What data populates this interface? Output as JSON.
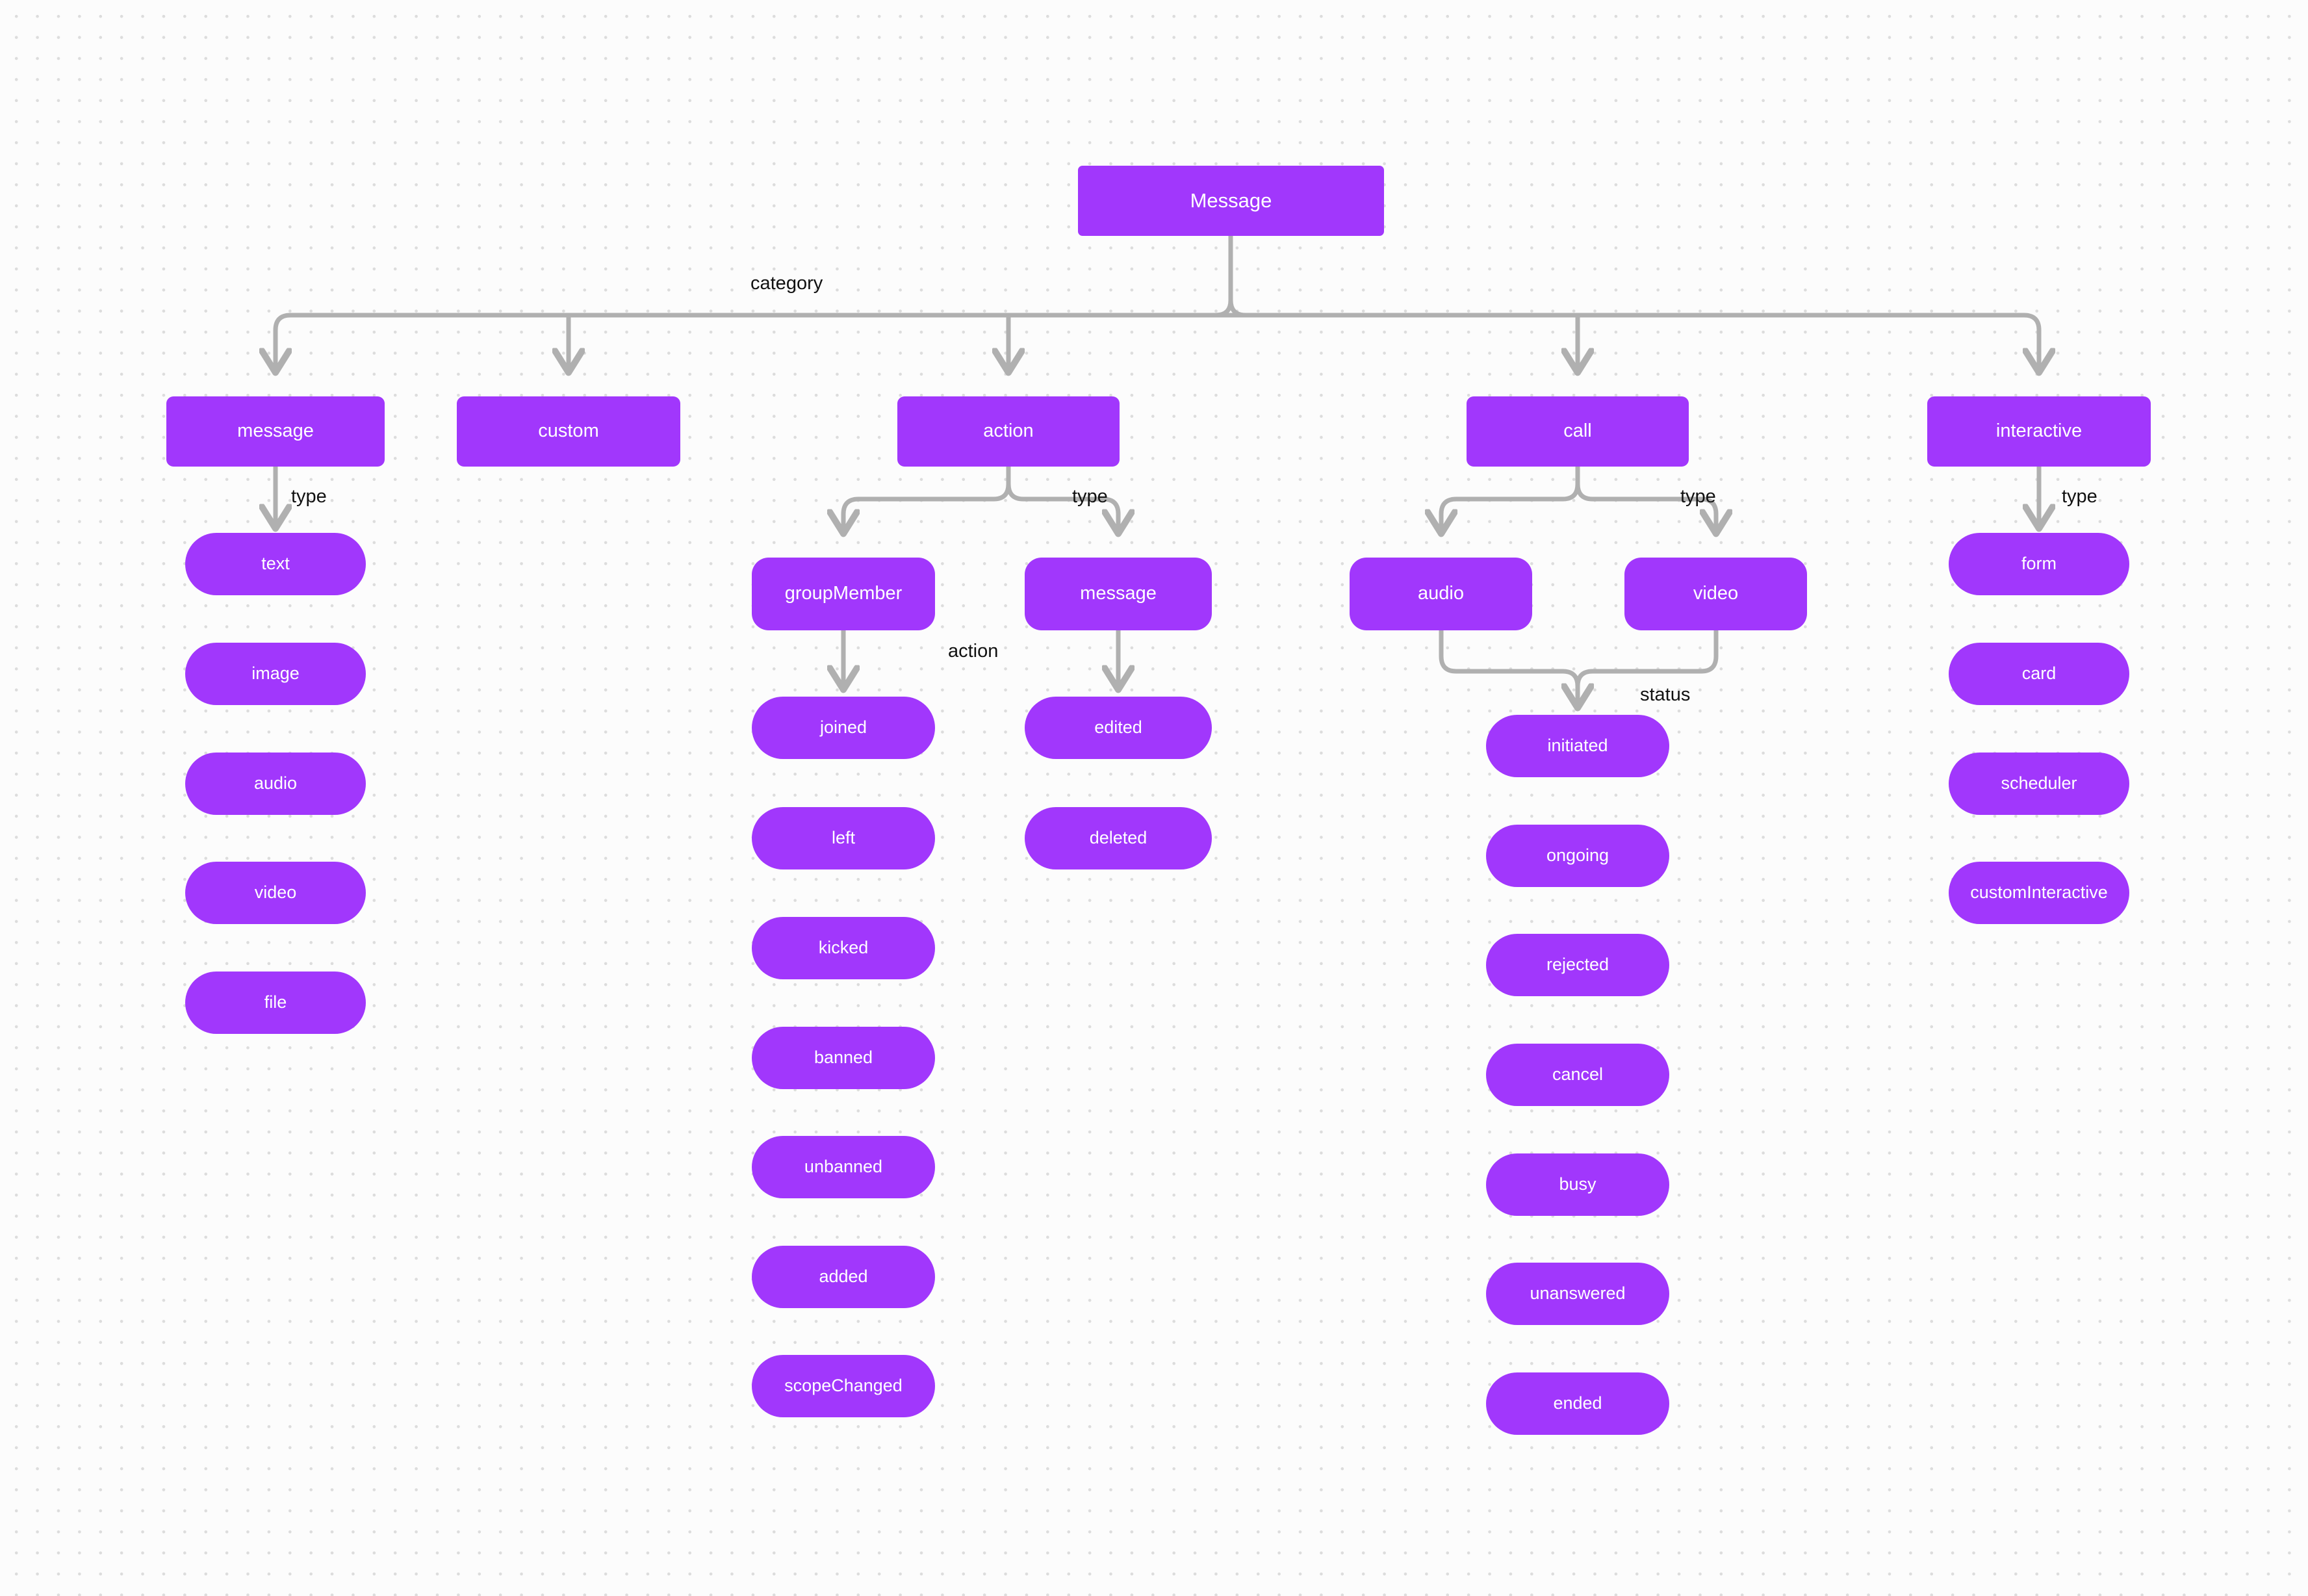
{
  "diagram": {
    "title": "Message",
    "root": {
      "id": "root",
      "label": "Message"
    },
    "edge_labels": [
      {
        "id": "category",
        "text": "category"
      },
      {
        "id": "type-message",
        "text": "type"
      },
      {
        "id": "type-action",
        "text": "type"
      },
      {
        "id": "type-call",
        "text": "type"
      },
      {
        "id": "type-interactive",
        "text": "type"
      },
      {
        "id": "action",
        "text": "action"
      },
      {
        "id": "status",
        "text": "status"
      }
    ],
    "categories": [
      {
        "id": "message",
        "label": "message"
      },
      {
        "id": "custom",
        "label": "custom"
      },
      {
        "id": "action",
        "label": "action"
      },
      {
        "id": "call",
        "label": "call"
      },
      {
        "id": "interactive",
        "label": "interactive"
      }
    ],
    "message_types": [
      {
        "label": "text"
      },
      {
        "label": "image"
      },
      {
        "label": "audio"
      },
      {
        "label": "video"
      },
      {
        "label": "file"
      }
    ],
    "action_types": [
      {
        "id": "groupMember",
        "label": "groupMember"
      },
      {
        "id": "message",
        "label": "message"
      }
    ],
    "group_member_actions": [
      {
        "label": "joined"
      },
      {
        "label": "left"
      },
      {
        "label": "kicked"
      },
      {
        "label": "banned"
      },
      {
        "label": "unbanned"
      },
      {
        "label": "added"
      },
      {
        "label": "scopeChanged"
      }
    ],
    "message_actions": [
      {
        "label": "edited"
      },
      {
        "label": "deleted"
      }
    ],
    "call_types": [
      {
        "id": "audio",
        "label": "audio"
      },
      {
        "id": "video",
        "label": "video"
      }
    ],
    "call_statuses": [
      {
        "label": "initiated"
      },
      {
        "label": "ongoing"
      },
      {
        "label": "rejected"
      },
      {
        "label": "cancel"
      },
      {
        "label": "busy"
      },
      {
        "label": "unanswered"
      },
      {
        "label": "ended"
      }
    ],
    "interactive_types": [
      {
        "label": "form"
      },
      {
        "label": "card"
      },
      {
        "label": "scheduler"
      },
      {
        "label": "customInteractive"
      }
    ],
    "colors": {
      "node_fill": "#a137fc",
      "node_text": "#ffffff",
      "edge_stroke": "#b0b0b0",
      "label_text": "#111111",
      "background": "#fcfcfc",
      "grid_dot": "#dcdcdc"
    }
  }
}
